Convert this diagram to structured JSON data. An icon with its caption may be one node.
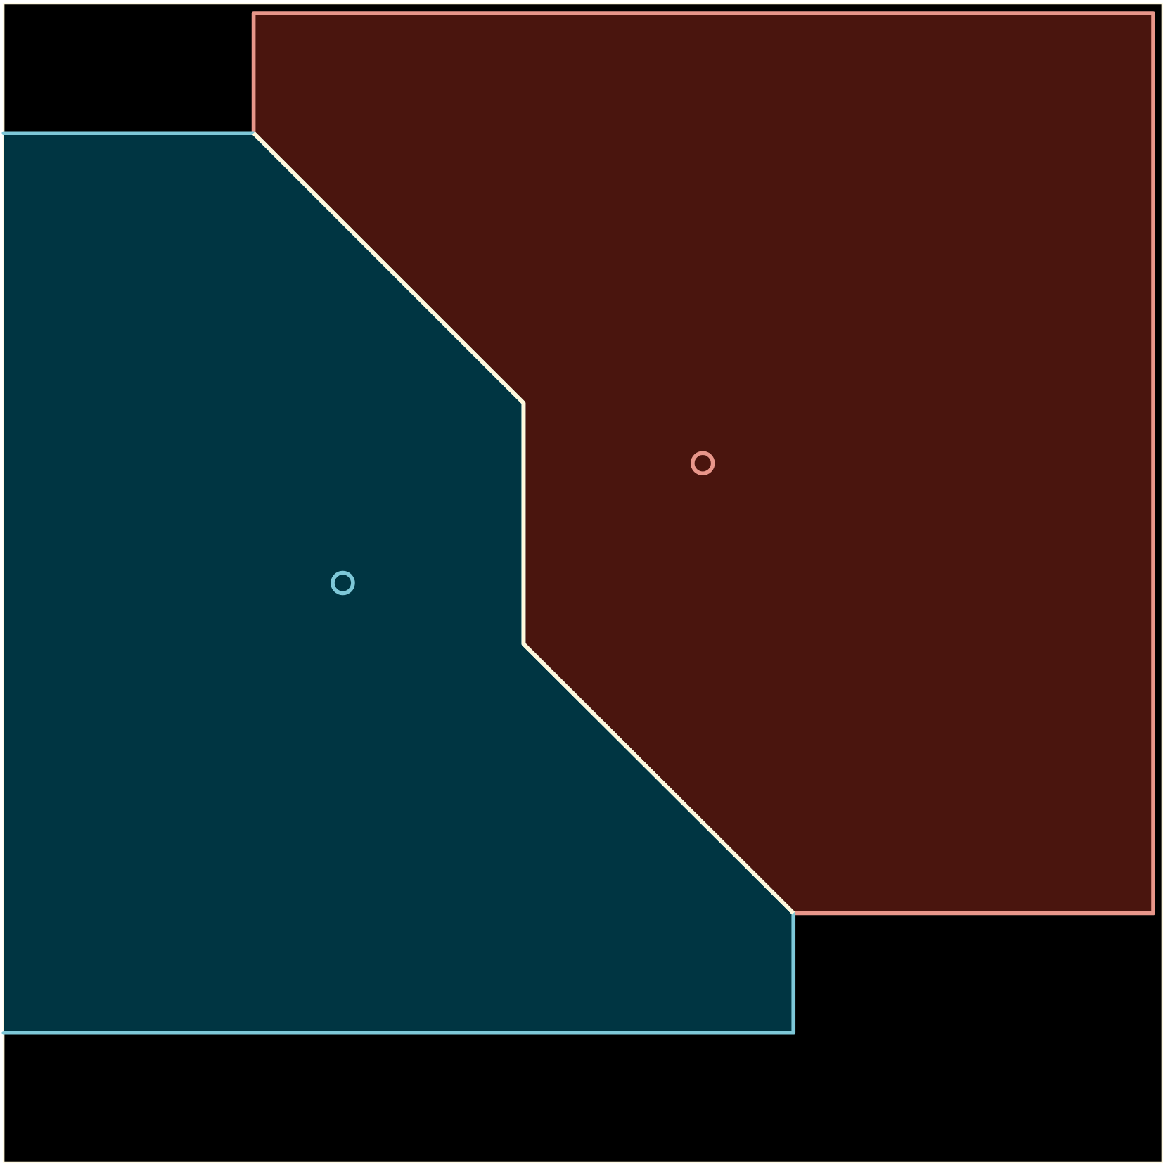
{
  "diagram": {
    "nodes": [
      {
        "text": [],
        "shape": "polygon"
      },
      {
        "text": [],
        "shape": "circle",
        "in": 0
      },
      {
        "text": [],
        "shape": "polygon"
      },
      {
        "text": [],
        "shape": "circle",
        "in": 2
      }
    ]
  }
}
